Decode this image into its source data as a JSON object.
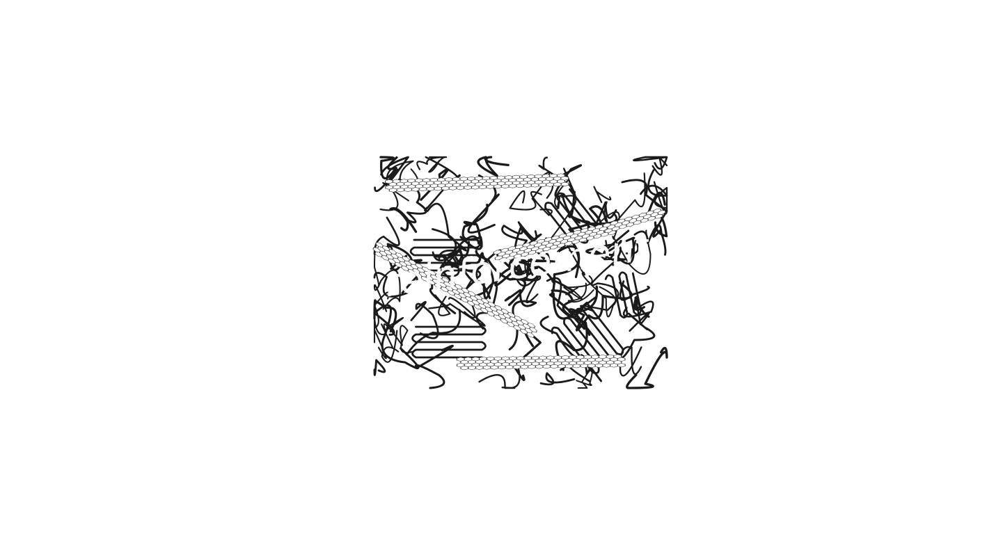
{
  "figure": {
    "watermark": "reinforcement",
    "colors": {
      "background": "#ffffff",
      "chain": "#1a1a1a",
      "sheet": "#3a3a3a",
      "watermark": "#ffffff"
    },
    "icon_names": [
      "polymer-chain",
      "hexagonal-sheet"
    ]
  }
}
